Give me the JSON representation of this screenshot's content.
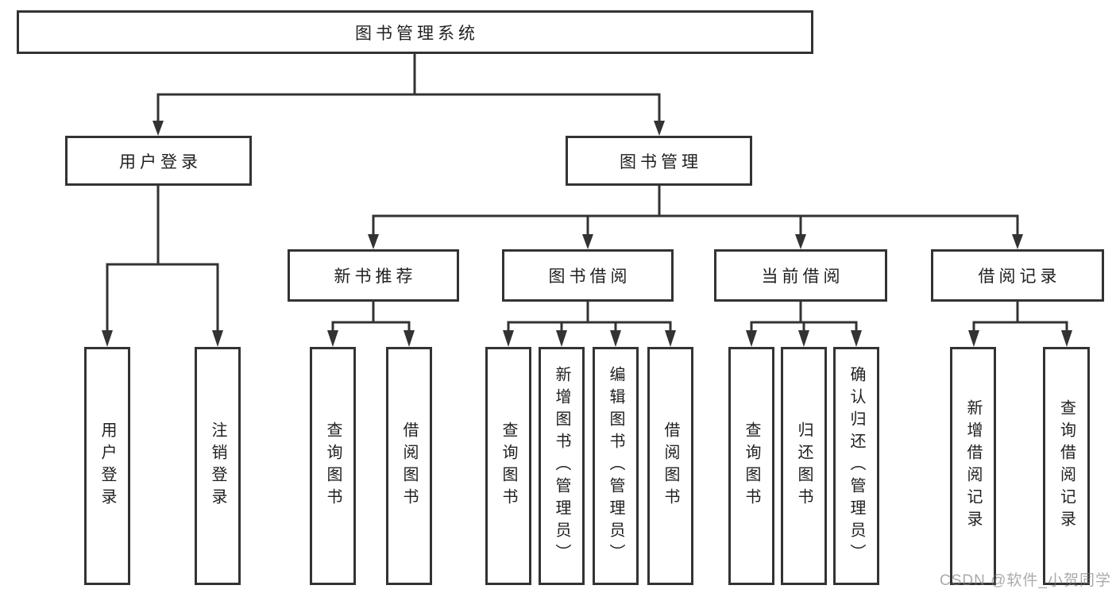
{
  "root": {
    "label": "图书管理系统"
  },
  "level2": [
    {
      "label": "用户登录"
    },
    {
      "label": "图书管理"
    }
  ],
  "level3": [
    {
      "label": "新书推荐"
    },
    {
      "label": "图书借阅"
    },
    {
      "label": "当前借阅"
    },
    {
      "label": "借阅记录"
    }
  ],
  "leaves": [
    {
      "label": "用户登录"
    },
    {
      "label": "注销登录"
    },
    {
      "label": "查询图书"
    },
    {
      "label": "借阅图书"
    },
    {
      "label": "查询图书"
    },
    {
      "label": "新增图书（管理员）"
    },
    {
      "label": "编辑图书（管理员）"
    },
    {
      "label": "借阅图书"
    },
    {
      "label": "查询图书"
    },
    {
      "label": "归还图书"
    },
    {
      "label": "确认归还（管理员）"
    },
    {
      "label": "新增借阅记录"
    },
    {
      "label": "查询借阅记录"
    }
  ],
  "watermark": {
    "text": "CSDN @软件_小贺同学"
  },
  "colors": {
    "line": "#333333",
    "box_border": "#333333",
    "text": "#1f1f1f",
    "background": "#ffffff",
    "watermark": "#7d7d7d"
  }
}
